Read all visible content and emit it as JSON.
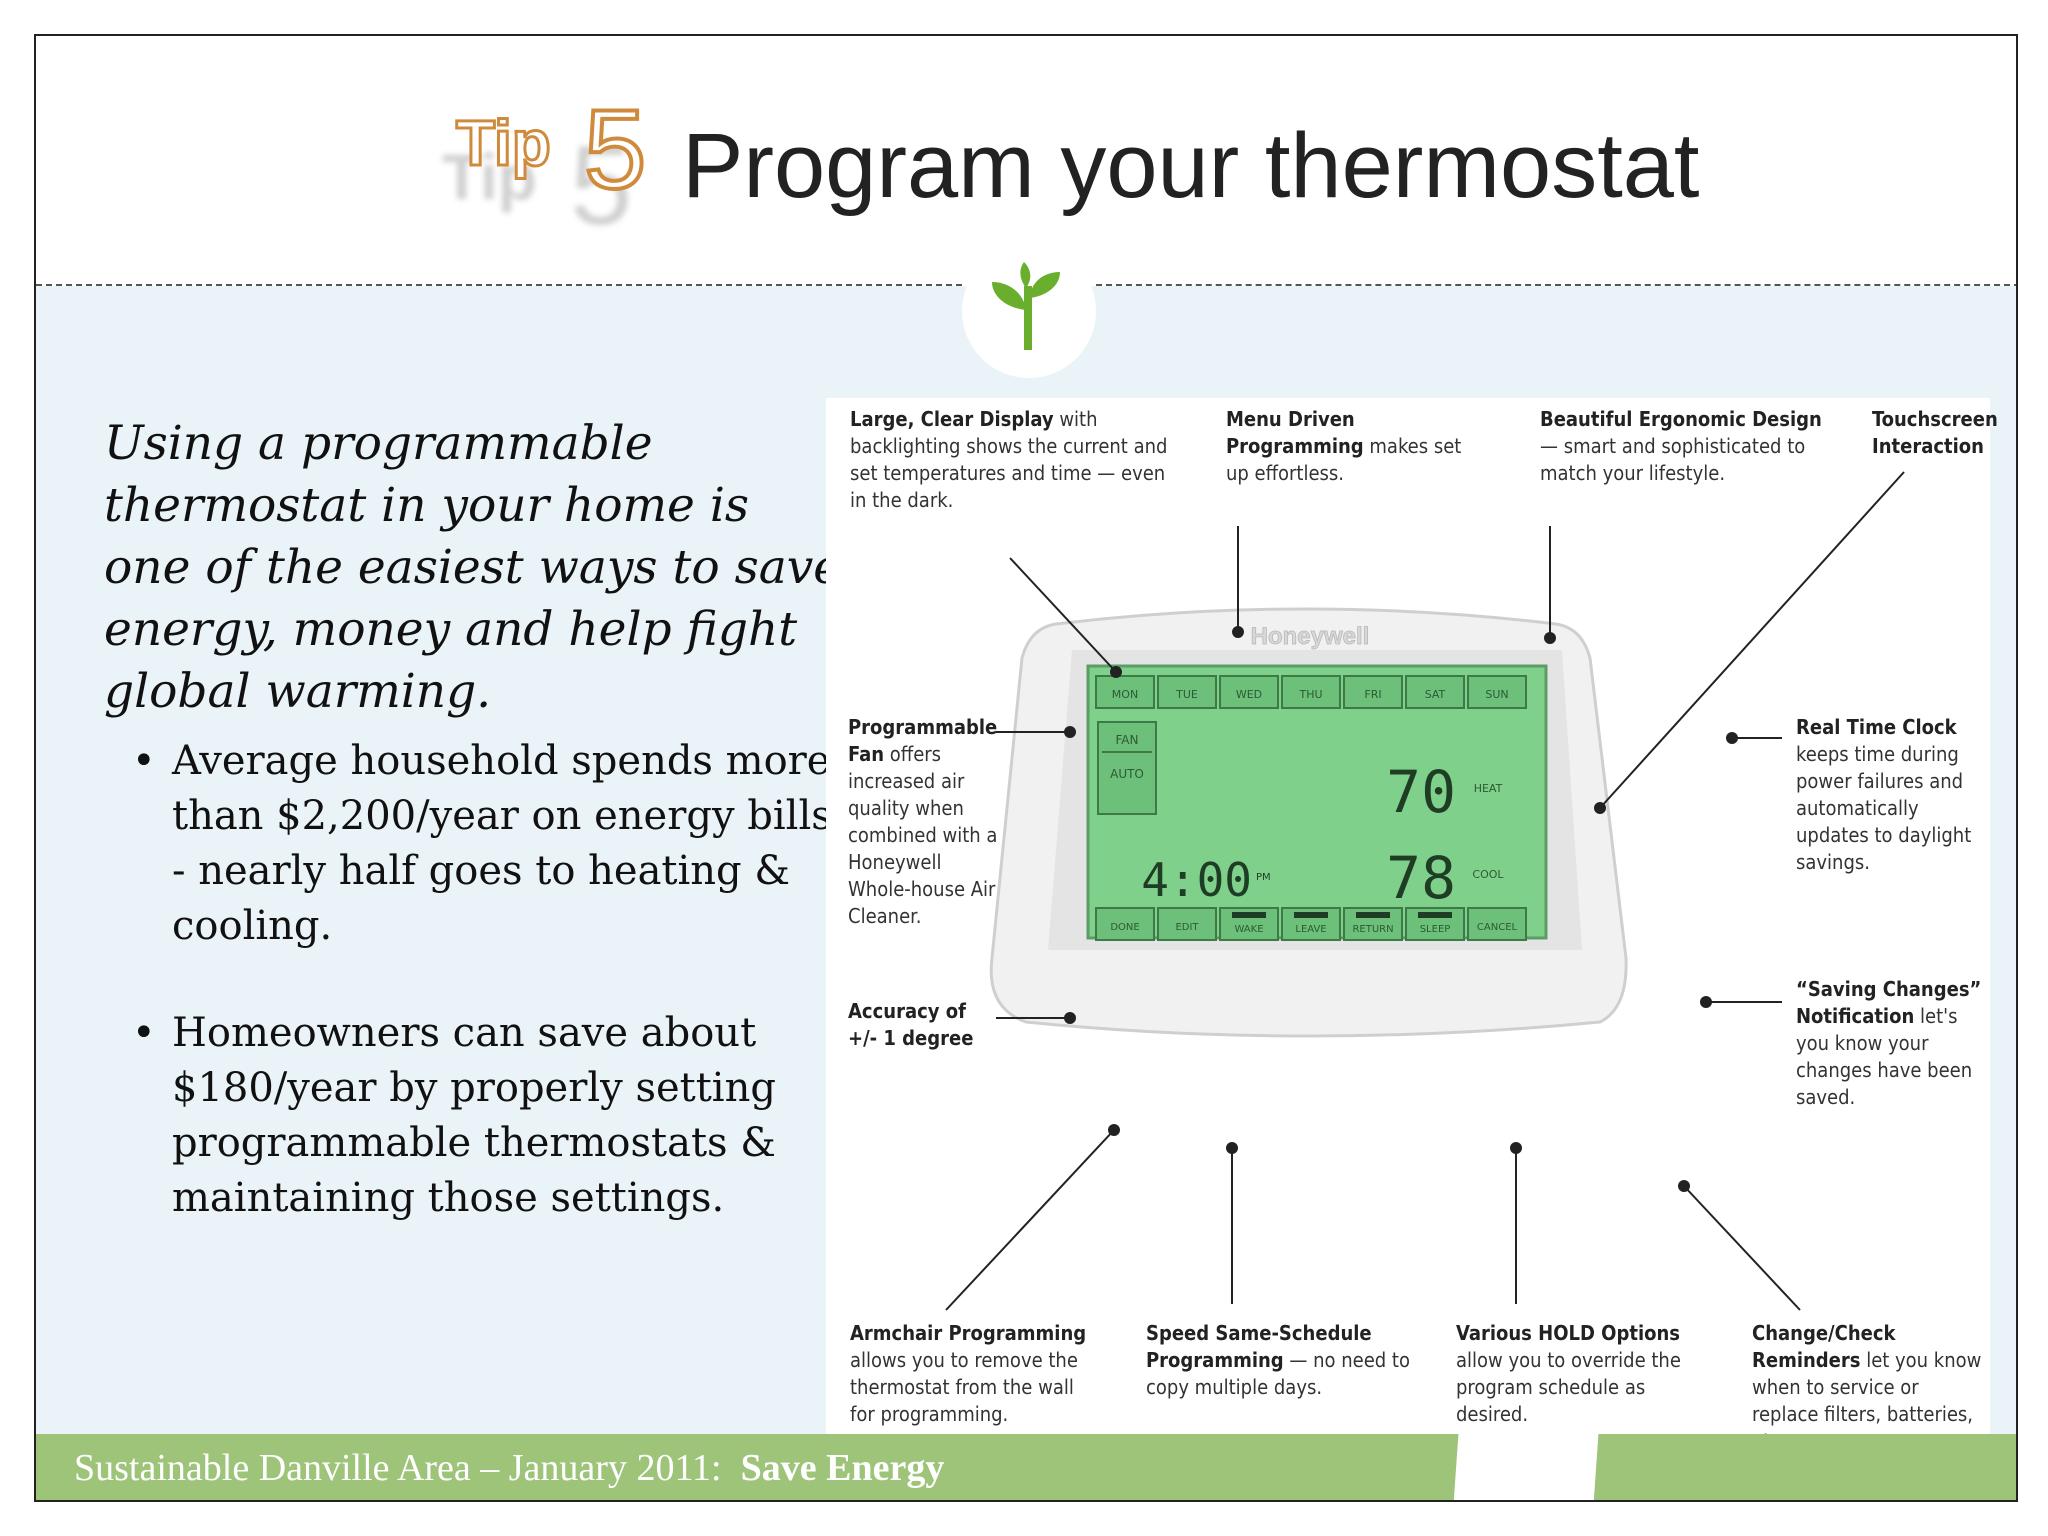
{
  "header": {
    "tip_label": "Tip",
    "tip_number": "5",
    "title": "Program your thermostat"
  },
  "intro": "Using a programmable thermostat in your home is one of the easiest ways to save energy, money and help fight global warming.",
  "bullets": [
    "Average household spends more than $2,200/year on energy bills - nearly half goes to heating & cooling.",
    "Homeowners can save about $180/year by properly setting programmable thermostats & maintaining those settings."
  ],
  "diagram": {
    "brand": "Honeywell",
    "days": [
      "MON",
      "TUE",
      "WED",
      "THU",
      "FRI",
      "SAT",
      "SUN"
    ],
    "fan_label": "FAN",
    "auto_label": "AUTO",
    "heat_temp": "70",
    "heat_label": "HEAT",
    "cool_temp": "78",
    "cool_label": "COOL",
    "time": "4:00",
    "time_suffix": "PM",
    "buttons": [
      "DONE",
      "EDIT",
      "WAKE",
      "LEAVE",
      "RETURN",
      "SLEEP",
      "CANCEL"
    ],
    "callouts": {
      "display_title": "Large, Clear Display",
      "display_text": "with backlighting shows the current and set temperatures and time — even in the dark.",
      "menu_title": "Menu Driven Programming",
      "menu_text": "makes set up effortless.",
      "design_title": "Beautiful Ergonomic Design",
      "design_text": "— smart and sophisticated to match your lifestyle.",
      "touch_title": "Touchscreen Interaction",
      "fan_title": "Programmable Fan",
      "fan_text": "offers increased air quality when combined with a Honeywell Whole-house Air Cleaner.",
      "accuracy_title": "Accuracy of +/- 1 degree",
      "clock_title": "Real Time Clock",
      "clock_text": "keeps time during power failures and automatically updates to daylight savings.",
      "saving_title": "“Saving Changes” Notification",
      "saving_text": "let's you know your changes have been saved.",
      "armchair_title": "Armchair Programming",
      "armchair_text": "allows you to remove the thermostat from the wall for programming.",
      "speed_title": "Speed Same-Schedule Programming",
      "speed_text": "— no need to copy multiple days.",
      "hold_title": "Various HOLD Options",
      "hold_text": "allow you to override the program schedule as desired.",
      "reminder_title": "Change/Check Reminders",
      "reminder_text": "let you know when to service or replace filters, batteries, etc."
    }
  },
  "footer": {
    "prefix": "Sustainable Danville Area – January 2011:",
    "emphasis": "Save Energy"
  },
  "colors": {
    "accent_orange": "#d08a3c",
    "footer_green": "#9ec47a",
    "sprout_green": "#6aae2e",
    "screen_green": "#7fd08a",
    "content_bg": "#e9f3f8"
  }
}
